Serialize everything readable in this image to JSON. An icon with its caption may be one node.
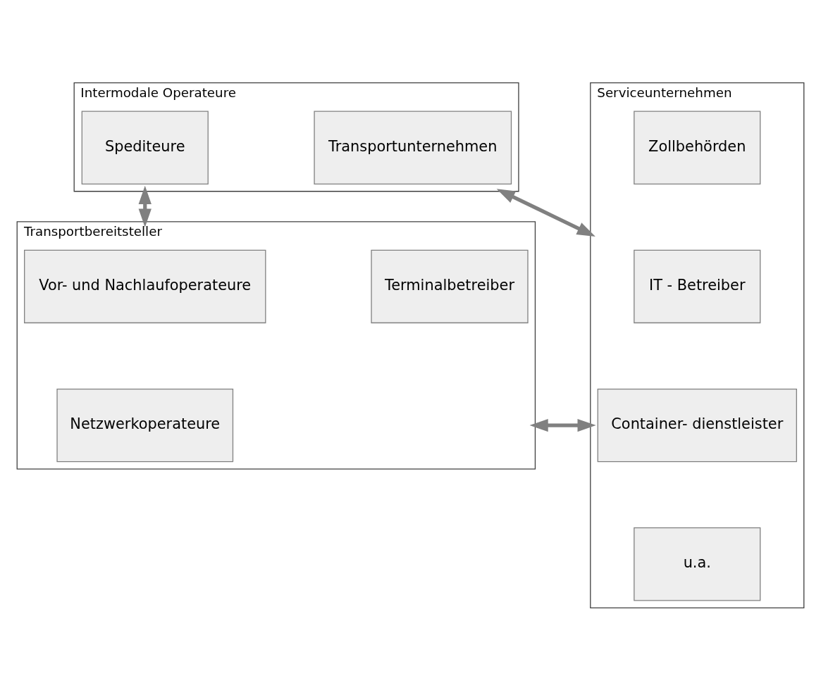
{
  "diagram": {
    "nodes": [
      {
        "text": [
          "Intermodale Operateure"
        ]
      },
      {
        "text": [
          "Spediteure"
        ],
        "in": 0
      },
      {
        "text": [
          "Transportunternehmen"
        ],
        "in": 0
      },
      {
        "text": [
          "Serviceunternehmen"
        ]
      },
      {
        "text": [
          "Zollbehörden"
        ],
        "in": 3
      },
      {
        "text": [
          "IT - Betreiber"
        ],
        "in": 3
      },
      {
        "text": [
          "Container- dienstleister"
        ],
        "in": 3
      },
      {
        "text": [
          "u.a."
        ],
        "in": 3
      },
      {
        "text": [
          "Transportbereitsteller"
        ]
      },
      {
        "text": [
          "Vor- und Nachlaufoperateure"
        ],
        "in": 8
      },
      {
        "text": [
          "Terminalbetreiber"
        ],
        "in": 8
      },
      {
        "text": [
          "Netzwerkoperateure"
        ],
        "in": 8
      }
    ],
    "edges": [
      {
        "from": 0,
        "to": 3,
        "arrow": "both"
      },
      {
        "from": 0,
        "to": 8,
        "arrow": "both"
      },
      {
        "from": 8,
        "to": 3,
        "arrow": "both"
      }
    ]
  }
}
